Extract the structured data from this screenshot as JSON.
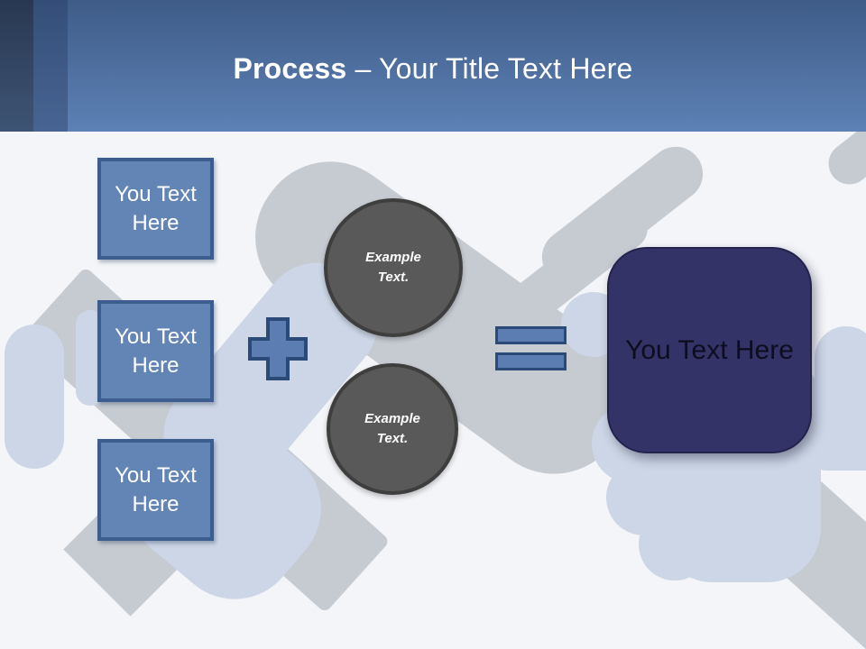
{
  "title": {
    "bold": "Process",
    "rest": " – Your Title Text Here"
  },
  "process": {
    "input_boxes": [
      {
        "label": "You Text Here"
      },
      {
        "label": "You Text Here"
      },
      {
        "label": "You Text Here"
      }
    ],
    "example_circles": [
      {
        "label": "Example Text."
      },
      {
        "label": "Example Text."
      }
    ],
    "result_box": {
      "label": "You Text Here"
    }
  },
  "background": {
    "illustration": "handshake-fists"
  },
  "colors": {
    "canvas": "#f3f5f8",
    "header_top": "#3f5c88",
    "header_bottom": "#5d81b5",
    "accent_strip_dark": "#2e4059",
    "accent_strip_medium": "#3b5681",
    "box_fill": "#6285b6",
    "box_border": "#3d5d8f",
    "operator_fill": "#5b7db1",
    "operator_border": "#2c4a77",
    "circle_fill": "#595959",
    "circle_border": "#3e3e3e",
    "result_fill": "#333367",
    "result_border": "#23234d",
    "bg_gray": "#c6cbd2",
    "bg_blue": "#ccd6e6"
  }
}
